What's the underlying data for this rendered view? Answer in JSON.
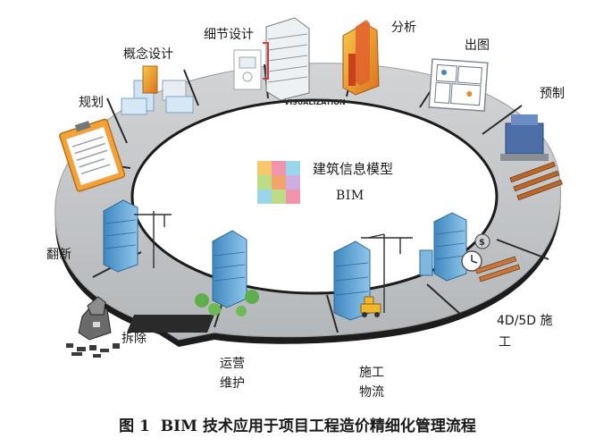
{
  "diagram": {
    "ring_band_text": "VISUALIZATION",
    "stages": [
      {
        "id": "planning",
        "label": "规划"
      },
      {
        "id": "concept-design",
        "label": "概念设计"
      },
      {
        "id": "detail-design",
        "label": "细节设计"
      },
      {
        "id": "analysis",
        "label": "分析"
      },
      {
        "id": "drawing",
        "label": "出图"
      },
      {
        "id": "prefab",
        "label": "预制"
      },
      {
        "id": "construction-4d5d",
        "label_line1": "4D/5D 施",
        "label_line2": "工"
      },
      {
        "id": "construction-logistics",
        "label_line1": "施工",
        "label_line2": "物流"
      },
      {
        "id": "operation-maintenance",
        "label_line1": "运营",
        "label_line2": "维护"
      },
      {
        "id": "demolition",
        "label": "拆除"
      },
      {
        "id": "renovation",
        "label": "翻新"
      }
    ],
    "center": {
      "title": "建筑信息模型",
      "subtitle": "BIM"
    }
  },
  "caption": {
    "figure_no": "图 1",
    "text": "BIM 技术应用于项目工程造价精细化管理流程"
  },
  "colors": {
    "ring_top": "#c9cbcd",
    "ring_edge": "#1c1c1c",
    "divider": "#2a2a2a",
    "building_blue": "#5ea7d6",
    "accent_orange": "#e58a2e",
    "cube_palette": [
      "#f6c25b",
      "#ee8aa4",
      "#8fd0e8",
      "#b5d878",
      "#f29a5c",
      "#c9a4e0"
    ]
  }
}
